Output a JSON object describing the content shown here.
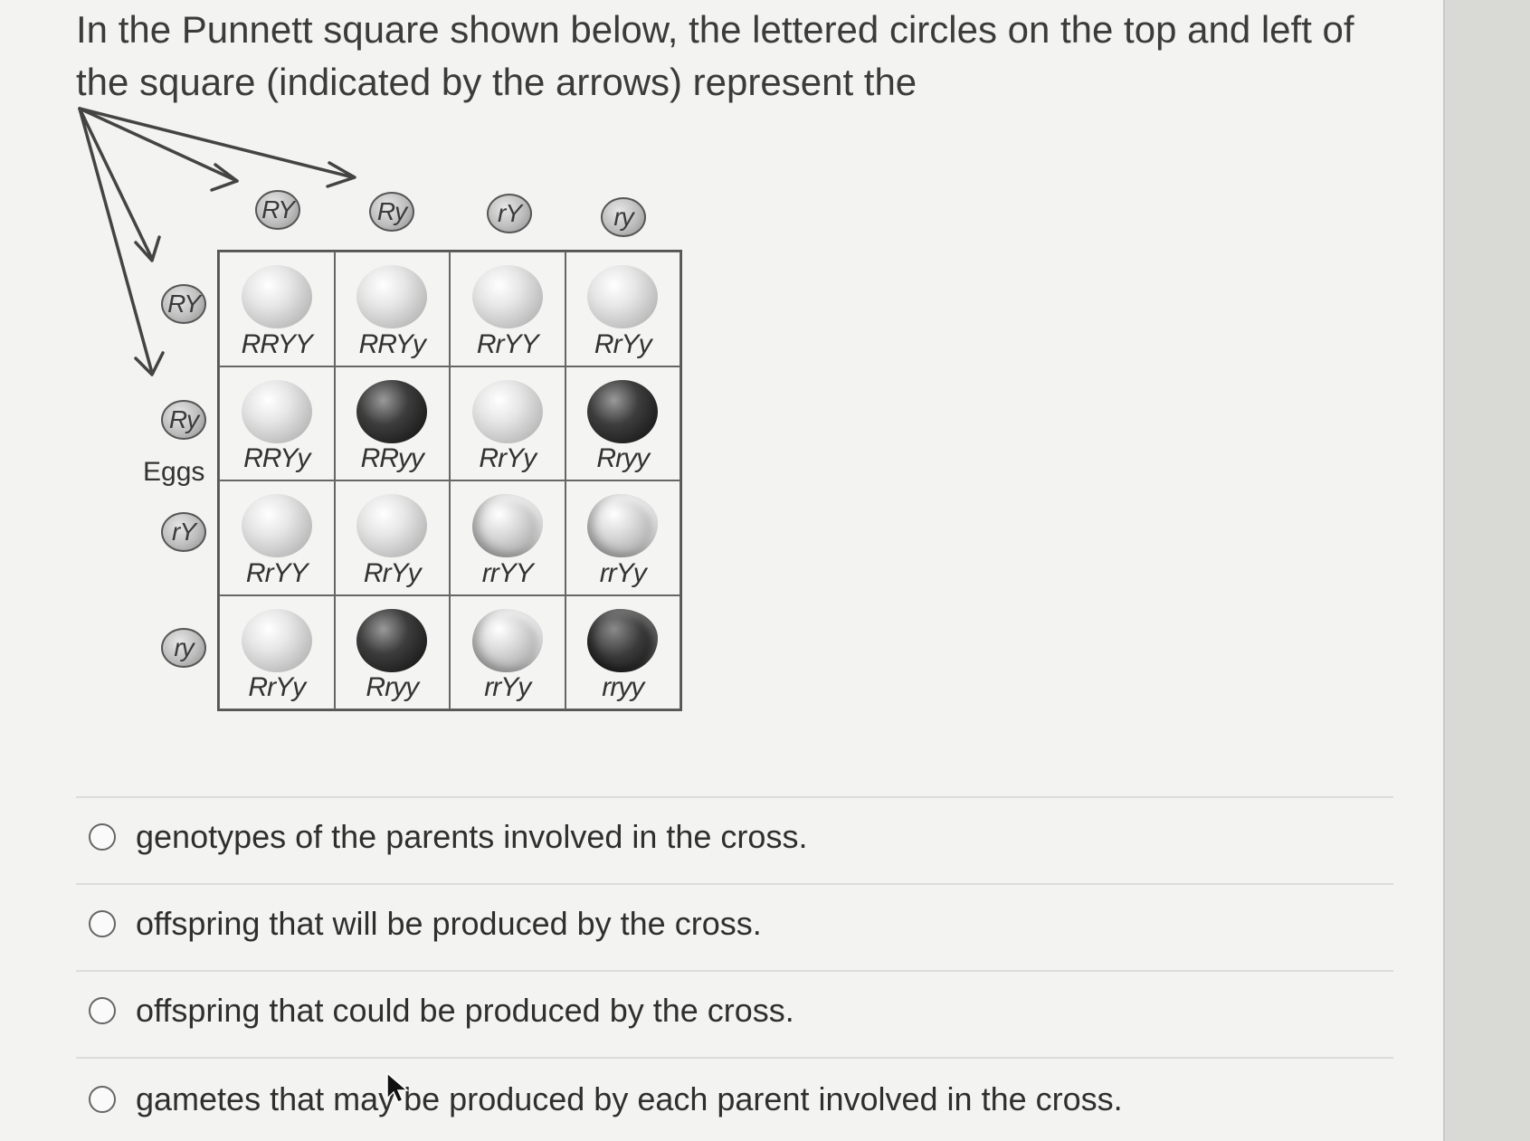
{
  "question": "In the Punnett square shown below, the lettered circles on the top and left of the square (indicated by the arrows) represent the",
  "punnett": {
    "top_gametes": [
      "RY",
      "Ry",
      "rY",
      "ry"
    ],
    "left_gametes": [
      "RY",
      "Ry",
      "rY",
      "ry"
    ],
    "side_label": "Eggs",
    "rows": [
      [
        {
          "g": "RRYY",
          "pea": "yellow-round"
        },
        {
          "g": "RRYy",
          "pea": "yellow-round"
        },
        {
          "g": "RrYY",
          "pea": "yellow-round"
        },
        {
          "g": "RrYy",
          "pea": "yellow-round"
        }
      ],
      [
        {
          "g": "RRYy",
          "pea": "yellow-round"
        },
        {
          "g": "RRyy",
          "pea": "green-round"
        },
        {
          "g": "RrYy",
          "pea": "yellow-round"
        },
        {
          "g": "Rryy",
          "pea": "green-round"
        }
      ],
      [
        {
          "g": "RrYY",
          "pea": "yellow-round"
        },
        {
          "g": "RrYy",
          "pea": "yellow-round"
        },
        {
          "g": "rrYY",
          "pea": "yellow-wrinkled"
        },
        {
          "g": "rrYy",
          "pea": "yellow-wrinkled"
        }
      ],
      [
        {
          "g": "RrYy",
          "pea": "yellow-round"
        },
        {
          "g": "Rryy",
          "pea": "green-round"
        },
        {
          "g": "rrYy",
          "pea": "yellow-wrinkled"
        },
        {
          "g": "rryy",
          "pea": "green-wrinkled"
        }
      ]
    ]
  },
  "options": [
    {
      "label": "genotypes of the parents involved in the cross."
    },
    {
      "label": "offspring that will be produced by the cross."
    },
    {
      "label": "offspring that could be produced by the cross."
    },
    {
      "label": "gametes that may be produced by each parent involved in the cross."
    }
  ]
}
